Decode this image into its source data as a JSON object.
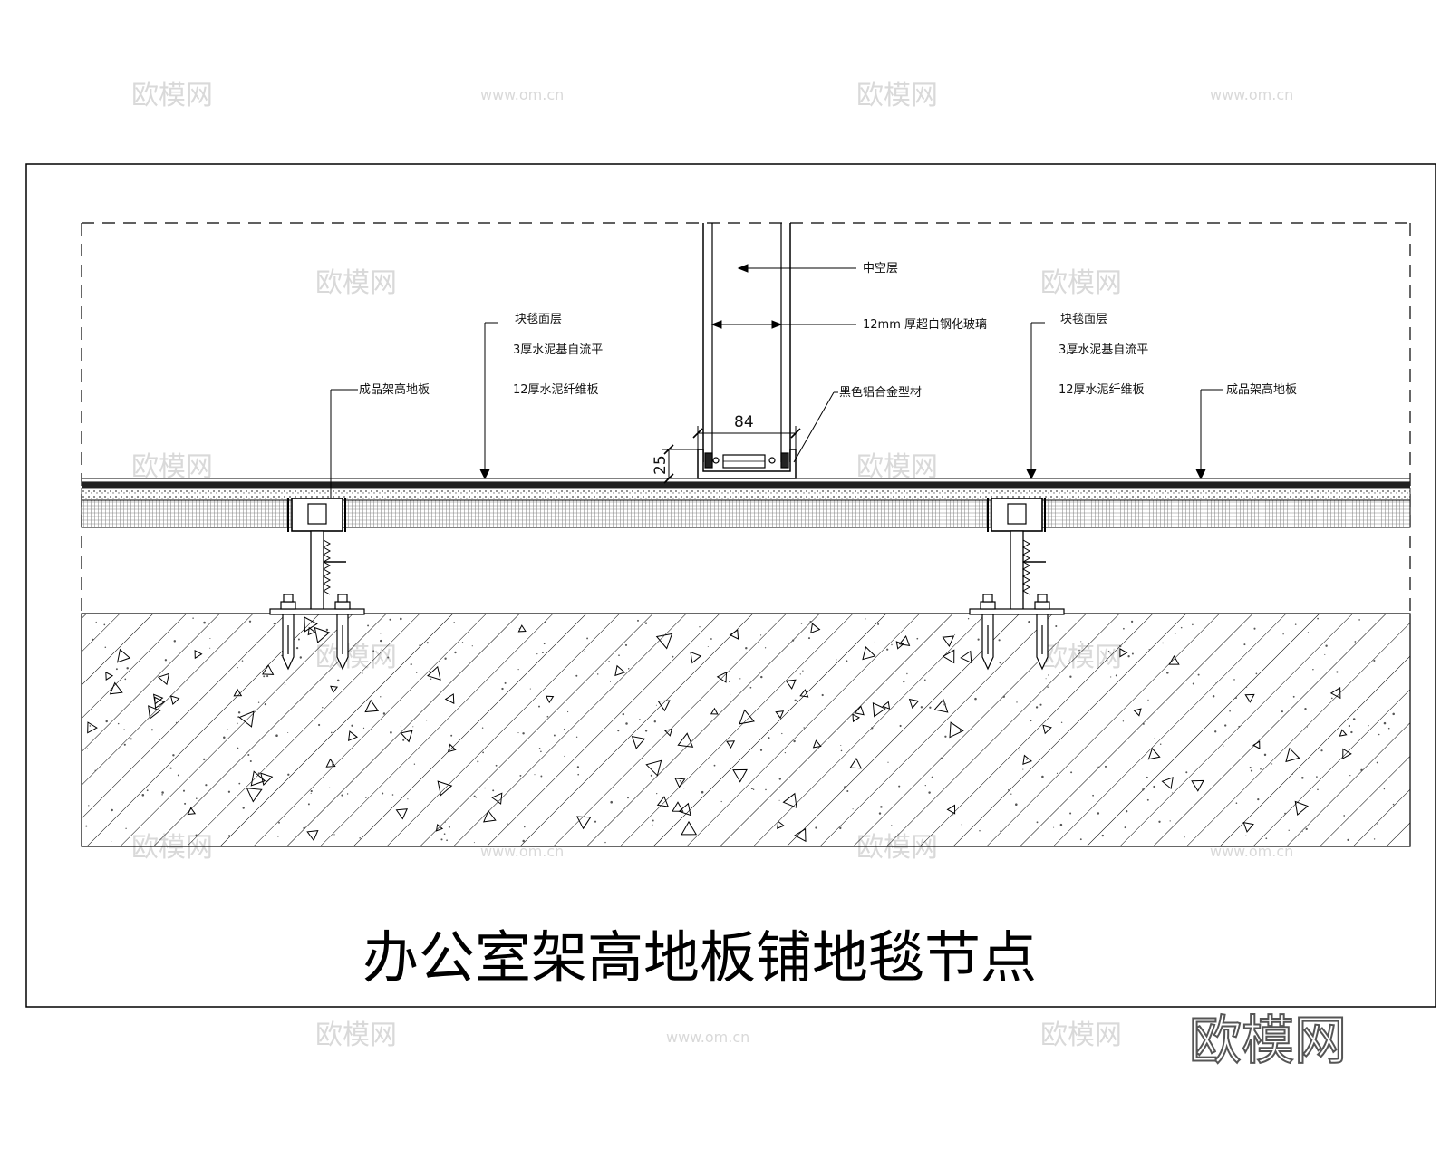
{
  "title": "办公室架高地板铺地毯节点",
  "brand_watermark": "欧模网",
  "watermarks": [
    "欧模网",
    "www.om.cn"
  ],
  "labels": {
    "hollow_layer": "中空层",
    "glass": "12mm 厚超白钢化玻璃",
    "aluminum_profile": "黑色铝合金型材",
    "left_stack": [
      "块毯面层",
      "3厚水泥基自流平",
      "12厚水泥纤维板"
    ],
    "right_stack": [
      "块毯面层",
      "3厚水泥基自流平",
      "12厚水泥纤维板"
    ],
    "left_floor": "成品架高地板",
    "right_floor": "成品架高地板"
  },
  "dimensions": {
    "channel_width": "84",
    "channel_height": "25"
  }
}
